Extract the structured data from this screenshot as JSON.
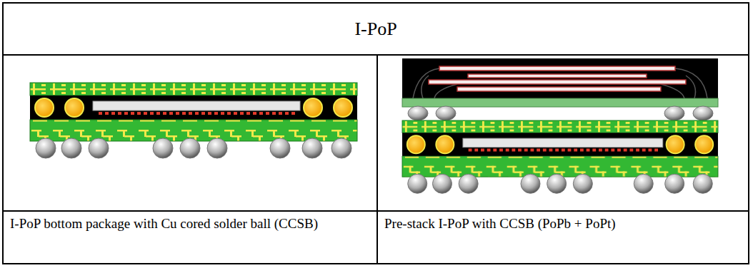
{
  "diagram": {
    "title": "I-PoP",
    "labels": [
      "I-PoP bottom package with Cu cored solder ball (CCSB)",
      "Pre-stack I-PoP with CCSB (PoPb + PoPt)"
    ]
  }
}
